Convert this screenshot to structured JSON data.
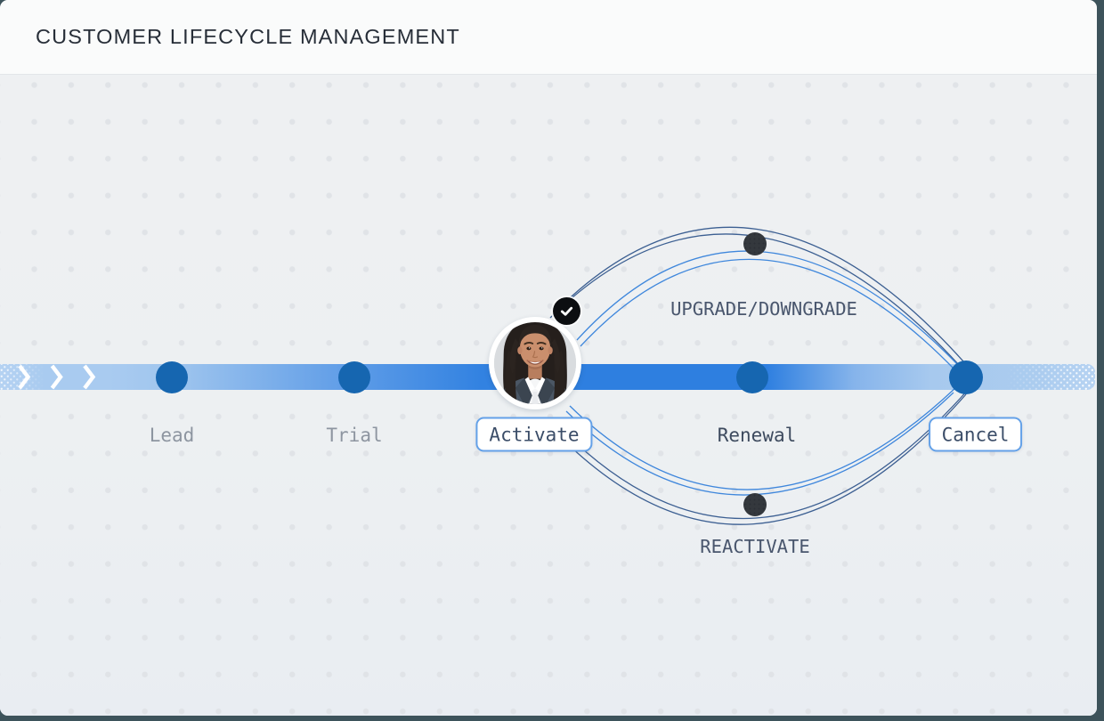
{
  "header": {
    "title": "CUSTOMER LIFECYCLE MANAGEMENT"
  },
  "timeline": {
    "stages": [
      {
        "id": "lead",
        "label": "Lead",
        "state": "past"
      },
      {
        "id": "trial",
        "label": "Trial",
        "state": "past"
      },
      {
        "id": "activate",
        "label": "Activate",
        "state": "current",
        "has_avatar": true,
        "badge": "check"
      },
      {
        "id": "renewal",
        "label": "Renewal",
        "state": "upcoming"
      },
      {
        "id": "cancel",
        "label": "Cancel",
        "state": "upcoming"
      }
    ],
    "loops": [
      {
        "id": "upgrade-downgrade",
        "label": "UPGRADE/DOWNGRADE",
        "position": "above"
      },
      {
        "id": "reactivate",
        "label": "REACTIVATE",
        "position": "below"
      }
    ]
  },
  "colors": {
    "page_background": "#3d535b",
    "card_background": "#edf0f2",
    "header_background": "#fafbfb",
    "bar_blue": "#2e7fe0",
    "bar_light": "#a9cbf0",
    "node_blue": "#1764ad",
    "loop_node_dark": "#33373c",
    "arc_blue": "#3f87dc",
    "arc_dark": "#3c5f92",
    "box_border": "#64a1e8",
    "title_color": "#272e38"
  }
}
